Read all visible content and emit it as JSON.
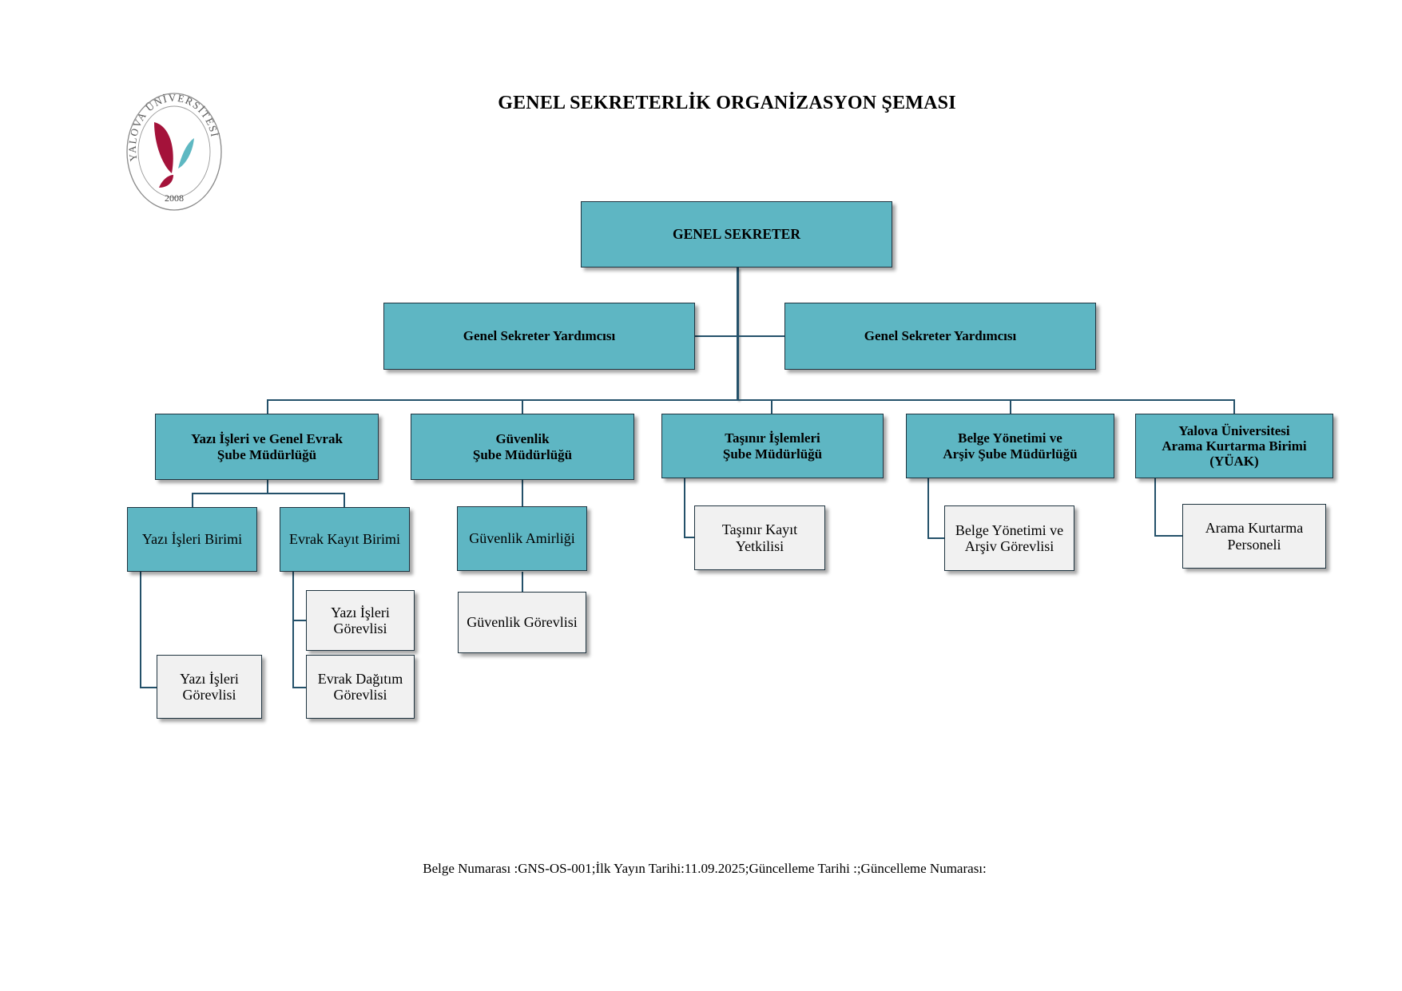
{
  "document": {
    "title": "GENEL SEKRETERLİK ORGANİZASYON ŞEMASI",
    "logo": {
      "ring_text": "YALOVA ÜNİVERSİTESİ",
      "year": "2008",
      "colors": {
        "leaf_primary": "#a4123a",
        "leaf_secondary": "#5eb8c2",
        "ring": "#8a8a8a"
      }
    },
    "footer": "Belge Numarası :GNS-OS-001;İlk Yayın Tarihi:11.09.2025;Güncelleme Tarihi :;Güncelleme Numarası:"
  },
  "colors": {
    "unit_box": "#5eb6c3",
    "staff_box": "#f1f1f1",
    "connector": "#24516a"
  },
  "org": {
    "root": "GENEL SEKRETER",
    "deputies": [
      "Genel Sekreter Yardımcısı",
      "Genel Sekreter Yardımcısı"
    ],
    "branches": [
      {
        "label": "Yazı İşleri ve Genel Evrak\nŞube Müdürlüğü",
        "units": [
          {
            "label": "Yazı İşleri Birimi",
            "staff": [
              "Yazı İşleri\nGörevlisi"
            ]
          },
          {
            "label": "Evrak Kayıt Birimi",
            "staff": [
              "Yazı İşleri\nGörevlisi",
              "Evrak Dağıtım\nGörevlisi"
            ]
          }
        ]
      },
      {
        "label": "Güvenlik\nŞube Müdürlüğü",
        "units": [
          {
            "label": "Güvenlik Amirliği",
            "staff": [
              "Güvenlik Görevlisi"
            ]
          }
        ]
      },
      {
        "label": "Taşınır İşlemleri\nŞube Müdürlüğü",
        "staff": [
          "Taşınır Kayıt\nYetkilisi"
        ]
      },
      {
        "label": "Belge Yönetimi ve\nArşiv Şube Müdürlüğü",
        "staff": [
          "Belge Yönetimi ve\nArşiv Görevlisi"
        ]
      },
      {
        "label": "Yalova Üniversitesi\nArama Kurtarma Birimi\n(YÜAK)",
        "staff": [
          "Arama Kurtarma\nPersoneli"
        ]
      }
    ]
  }
}
